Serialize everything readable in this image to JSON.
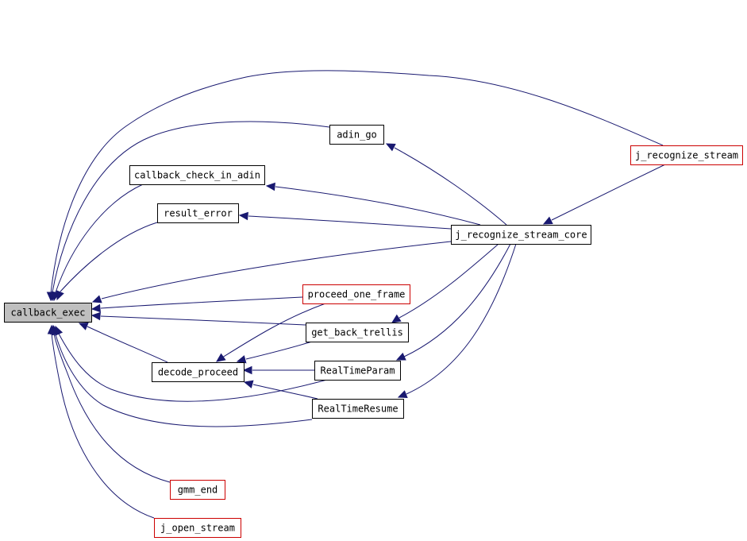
{
  "colors": {
    "edge": "#191970",
    "node_border_default": "#000000",
    "node_border_truncated": "#cc0000",
    "node_fill_default": "#ffffff",
    "node_fill_focus": "#bfbfbf"
  },
  "nodes": {
    "callback_exec": {
      "label": "callback_exec",
      "style": "focus"
    },
    "adin_go": {
      "label": "adin_go",
      "style": "default"
    },
    "callback_check_in_adin": {
      "label": "callback_check_in_adin",
      "style": "default"
    },
    "result_error": {
      "label": "result_error",
      "style": "default"
    },
    "j_recognize_stream": {
      "label": "j_recognize_stream",
      "style": "truncated"
    },
    "j_recognize_stream_core": {
      "label": "j_recognize_stream_core",
      "style": "default"
    },
    "proceed_one_frame": {
      "label": "proceed_one_frame",
      "style": "truncated"
    },
    "get_back_trellis": {
      "label": "get_back_trellis",
      "style": "default"
    },
    "decode_proceed": {
      "label": "decode_proceed",
      "style": "default"
    },
    "RealTimeParam": {
      "label": "RealTimeParam",
      "style": "default"
    },
    "RealTimeResume": {
      "label": "RealTimeResume",
      "style": "default"
    },
    "gmm_end": {
      "label": "gmm_end",
      "style": "truncated"
    },
    "j_open_stream": {
      "label": "j_open_stream",
      "style": "truncated"
    }
  },
  "edges": [
    {
      "from": "j_recognize_stream",
      "to": "callback_exec"
    },
    {
      "from": "adin_go",
      "to": "callback_exec"
    },
    {
      "from": "callback_check_in_adin",
      "to": "callback_exec"
    },
    {
      "from": "result_error",
      "to": "callback_exec"
    },
    {
      "from": "j_recognize_stream_core",
      "to": "callback_exec"
    },
    {
      "from": "proceed_one_frame",
      "to": "callback_exec"
    },
    {
      "from": "get_back_trellis",
      "to": "callback_exec"
    },
    {
      "from": "decode_proceed",
      "to": "callback_exec"
    },
    {
      "from": "RealTimeParam",
      "to": "callback_exec"
    },
    {
      "from": "RealTimeResume",
      "to": "callback_exec"
    },
    {
      "from": "gmm_end",
      "to": "callback_exec"
    },
    {
      "from": "j_open_stream",
      "to": "callback_exec"
    },
    {
      "from": "j_recognize_stream",
      "to": "j_recognize_stream_core"
    },
    {
      "from": "j_recognize_stream_core",
      "to": "adin_go"
    },
    {
      "from": "j_recognize_stream_core",
      "to": "callback_check_in_adin"
    },
    {
      "from": "j_recognize_stream_core",
      "to": "result_error"
    },
    {
      "from": "j_recognize_stream_core",
      "to": "get_back_trellis"
    },
    {
      "from": "j_recognize_stream_core",
      "to": "RealTimeParam"
    },
    {
      "from": "j_recognize_stream_core",
      "to": "RealTimeResume"
    },
    {
      "from": "proceed_one_frame",
      "to": "decode_proceed"
    },
    {
      "from": "get_back_trellis",
      "to": "decode_proceed"
    },
    {
      "from": "RealTimeParam",
      "to": "decode_proceed"
    },
    {
      "from": "RealTimeResume",
      "to": "decode_proceed"
    }
  ]
}
